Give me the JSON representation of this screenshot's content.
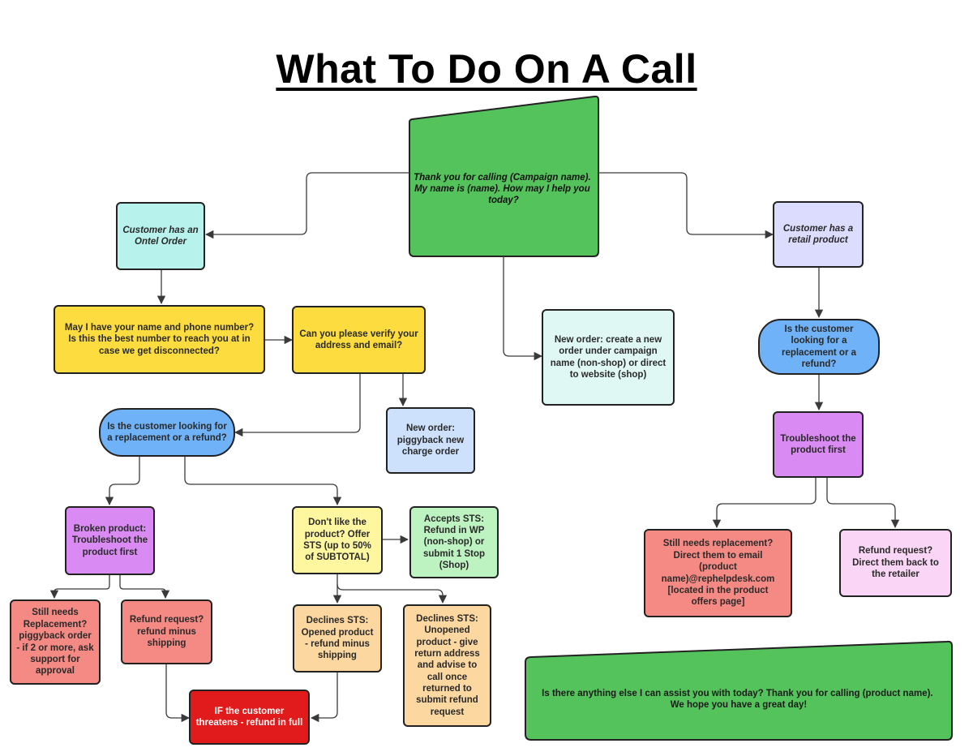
{
  "title": "What To Do On A Call",
  "colors": {
    "green": "#55c35c",
    "teal": "#b8f2ec",
    "lavender": "#dcdcff",
    "yellow": "#fddc3f",
    "blue_pill": "#6fb2f7",
    "light_blue": "#cde0fc",
    "light_teal": "#e0f8f3",
    "purple": "#d98af3",
    "pale_yellow": "#fff6a0",
    "light_green": "#bdf2c1",
    "salmon": "#f58a84",
    "peach": "#fcd79f",
    "pink": "#fad5f5",
    "red": "#e11b1b",
    "line": "#3a3a3a"
  },
  "nodes": {
    "greeting": "Thank you for calling (Campaign name). My name is (name). How may I help you today?",
    "ontel_order": "Customer has an Ontel Order",
    "retail_product": "Customer has a retail product",
    "name_phone": "May I have your name and phone number? Is this the best number to reach you at in case we get disconnected?",
    "verify_address": "Can you please verify your address and email?",
    "new_order_campaign": "New order: create a new order under campaign name (non-shop) or direct to website (shop)",
    "new_order_piggyback": "New order: piggyback new charge order",
    "replacement_or_refund_left": "Is the customer looking for a replacement or a refund?",
    "replacement_or_refund_right": "Is the customer looking for a replacement or a refund?",
    "troubleshoot_right": "Troubleshoot the product first",
    "broken_product": "Broken product: Troubleshoot the product first",
    "dont_like": "Don't like the product? Offer STS (up to 50% of SUBTOTAL)",
    "accepts_sts": "Accepts STS: Refund in WP (non-shop) or submit 1 Stop (Shop)",
    "still_needs_left": "Still needs Replacement? piggyback order - if 2 or more, ask support for approval",
    "refund_minus_left": "Refund request? refund minus shipping",
    "declines_opened": "Declines STS: Opened product - refund minus shipping",
    "declines_unopened": "Declines STS: Unopened product - give return address and advise to call once returned to submit refund request",
    "threatens": "IF the customer threatens - refund in full",
    "still_needs_right": "Still needs replacement? Direct them to email (product name)@rephelpdesk.com [located in the product offers page]",
    "refund_right": "Refund request? Direct them back to the retailer",
    "closing_line1": "Is there anything else I can assist you with today? Thank you for calling (product name).",
    "closing_line2": "We hope you have a great day!"
  }
}
